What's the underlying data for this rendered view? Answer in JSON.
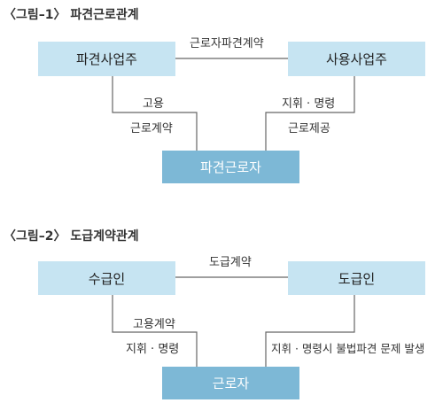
{
  "figure1": {
    "title": "〈그림–1〉 파견근로관계",
    "left_box": "파견사업주",
    "right_box": "사용사업주",
    "bottom_box": "파견근로자",
    "top_label": "근로자파견계약",
    "left_label_1": "고용",
    "left_label_2": "근로계약",
    "right_label_1": "지휘 · 명령",
    "right_label_2": "근로제공"
  },
  "figure2": {
    "title": "〈그림–2〉 도급계약관계",
    "left_box": "수급인",
    "right_box": "도급인",
    "bottom_box": "근로자",
    "top_label": "도급계약",
    "left_label_1": "고용계약",
    "left_label_2": "지휘 · 명령",
    "right_label_1": "지휘 · 명령시 불법파견 문제 발생"
  },
  "colors": {
    "light_box": "#c6e4f2",
    "dark_box": "#7db8d6",
    "line": "#666666"
  }
}
